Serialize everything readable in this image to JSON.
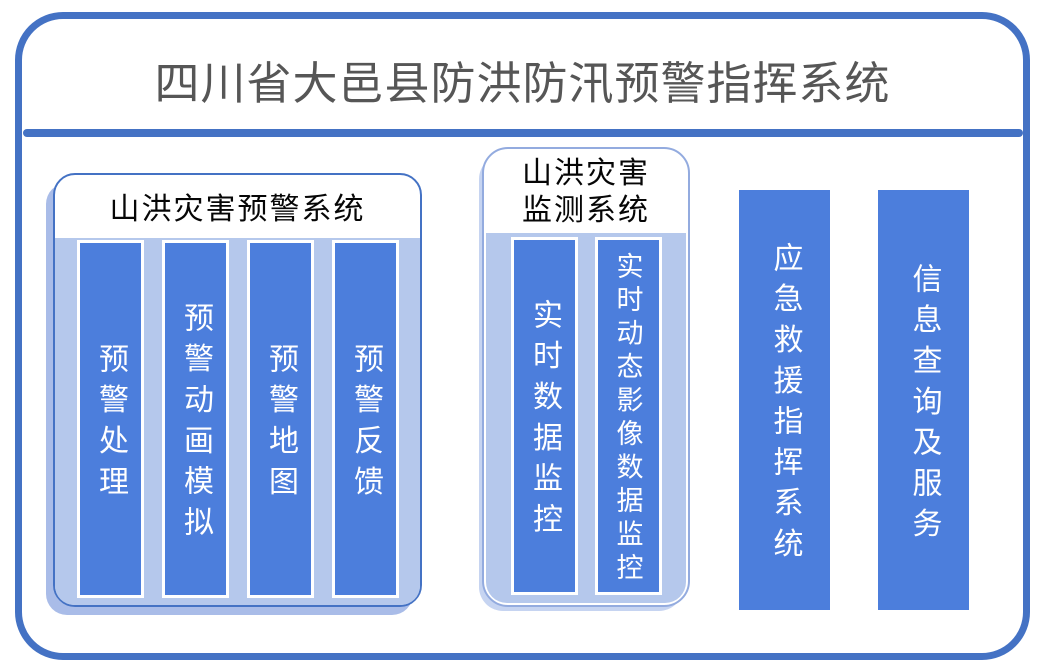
{
  "page": {
    "title": "四川省大邑县防洪防汛预警指挥系统"
  },
  "colors": {
    "frame_border": "#4472C4",
    "divider": "#4472C4",
    "bar_fill": "#4C7EDC",
    "panel_fill": "#B5C8EC",
    "warning_box_border": "#4472C4",
    "monitor_box_border": "#93ABDF",
    "box_shadow": "#A9BCE8",
    "title_text": "#565656",
    "header_text": "#060606",
    "bar_text": "#FFFFFF"
  },
  "groups": [
    {
      "id": "flood-warning-system",
      "header": "山洪灾害预警系统",
      "bars": [
        {
          "label": "预警处理"
        },
        {
          "label": "预警动画模拟"
        },
        {
          "label": "预警地图"
        },
        {
          "label": "预警反馈"
        }
      ]
    },
    {
      "id": "flood-monitoring-system",
      "header_line1": "山洪灾害",
      "header_line2": "监测系统",
      "bars": [
        {
          "label": "实时数据监控"
        },
        {
          "label": "实时动态影像数据监控"
        }
      ]
    }
  ],
  "standalone_bars": [
    {
      "label": "应急救援指挥系统"
    },
    {
      "label": "信息查询及服务"
    }
  ]
}
